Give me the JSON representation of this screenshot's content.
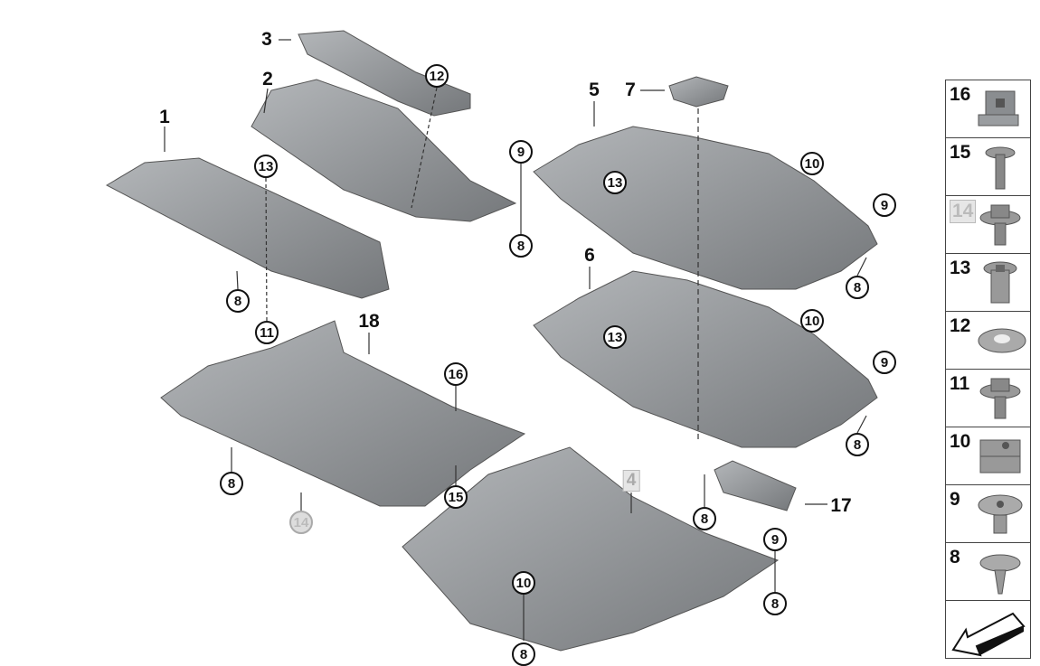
{
  "callouts": {
    "c3": "3",
    "c2": "2",
    "c1": "1",
    "c12": "12",
    "c13a": "13",
    "c9a": "9",
    "c8a": "8",
    "c8b": "8",
    "c11": "11",
    "c7": "7",
    "c5": "5",
    "c10a": "10",
    "c9b": "9",
    "c8c": "8",
    "c13b": "13",
    "c6": "6",
    "c13c": "13",
    "c10b": "10",
    "c9c": "9",
    "c8d": "8",
    "c18": "18",
    "c16": "16",
    "c8e": "8",
    "c15": "15",
    "c14": "14",
    "c4": "4",
    "c8f": "8",
    "c17": "17",
    "c9d": "9",
    "c8g": "8",
    "c10c": "10",
    "c8h": "8"
  },
  "legend": [
    {
      "num": "16",
      "icon": "clip-nut-icon"
    },
    {
      "num": "15",
      "icon": "bolt-icon"
    },
    {
      "num": "14",
      "icon": "hex-collar-bolt-icon",
      "highlight": true
    },
    {
      "num": "13",
      "icon": "rivet-nut-icon"
    },
    {
      "num": "12",
      "icon": "lock-washer-icon"
    },
    {
      "num": "11",
      "icon": "hex-collar-bolt-icon"
    },
    {
      "num": "10",
      "icon": "u-nut-icon"
    },
    {
      "num": "9",
      "icon": "expanding-rivet-icon"
    },
    {
      "num": "8",
      "icon": "plastic-screw-icon"
    }
  ],
  "colors": {
    "part": "#8e9194",
    "part_dark": "#6b6e71",
    "highlight": "#bbbbbb"
  }
}
